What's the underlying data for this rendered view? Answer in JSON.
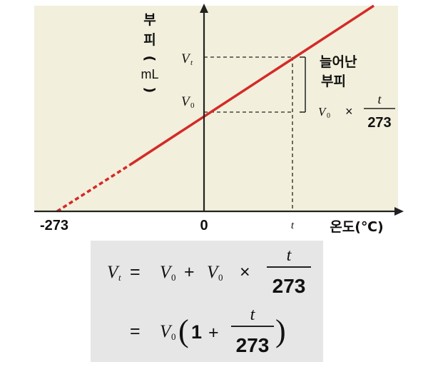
{
  "y_axis_label": [
    "부",
    "피",
    "(",
    "mL",
    ")"
  ],
  "x_axis_label": "온도(℃)",
  "x_ticks": {
    "neg": "-273",
    "zero": "0",
    "t": "t"
  },
  "v0": {
    "base": "V",
    "sub": "0"
  },
  "vt": {
    "base": "V",
    "sub": "t"
  },
  "increase": {
    "label_line1": "늘어난",
    "label_line2": "부피",
    "times": "×",
    "frac_num": "t",
    "frac_den": "273"
  },
  "formula": {
    "eq": "=",
    "plus": "+",
    "times": "×",
    "one": "1",
    "lparen": "(",
    "rparen": ")",
    "frac_num": "t",
    "frac_den": "273"
  },
  "colors": {
    "plot_bg": "#f2f0dc",
    "line": "#d42a28",
    "formula_bg": "#e6e6e6"
  }
}
